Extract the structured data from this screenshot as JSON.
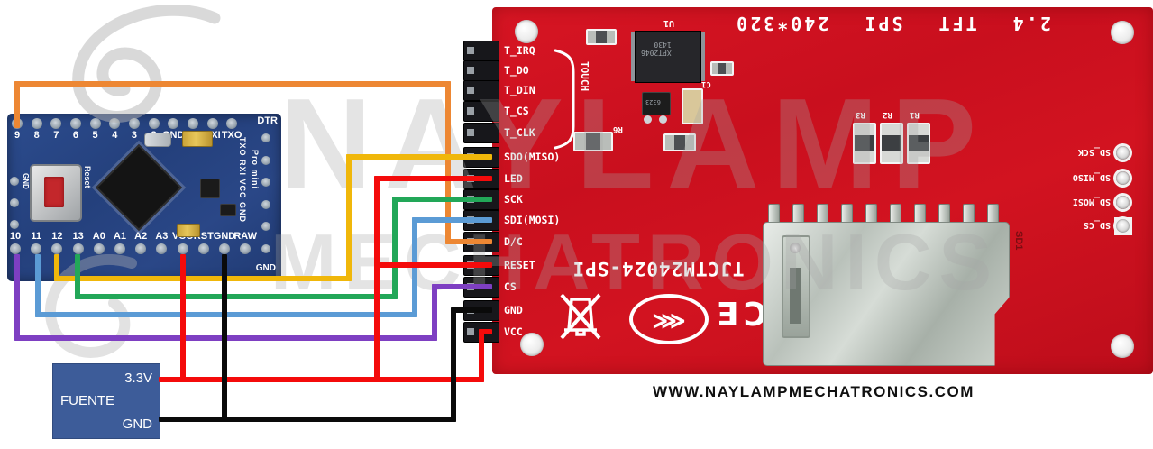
{
  "watermark": {
    "line1": "NAYLAMP",
    "line2": "MECHATRONICS"
  },
  "footer": {
    "website": "WWW.NAYLAMPMECHATRONICS.COM"
  },
  "arduino": {
    "top_pins": [
      "9",
      "8",
      "7",
      "6",
      "5",
      "4",
      "3",
      "2",
      "GND",
      "RST",
      "RXI",
      "TXO"
    ],
    "bottom_pins": [
      "10",
      "11",
      "12",
      "13",
      "A0",
      "A1",
      "A2",
      "A3",
      "VCC",
      "RST",
      "GND",
      "RAW"
    ],
    "corner_top_right": "DTR",
    "corner_bottom_right": "GND",
    "side_right_text": "TXO RXI VCC GND",
    "brand_text": "Pro mini",
    "reset_label": "Reset",
    "side_left_text": "GND"
  },
  "tft": {
    "title": "2.4 TFT SPI 240*320",
    "model": "TJCTM24024-SPI",
    "touch_group_label": "TOUCH",
    "pins": [
      "T_IRQ",
      "T_DO",
      "T_DIN",
      "T_CS",
      "T_CLK",
      "SDO(MISO)",
      "LED",
      "SCK",
      "SDI(MOSI)",
      "D/C",
      "RESET",
      "CS",
      "GND",
      "VCC"
    ],
    "sd_pins": [
      "SD_SCK",
      "SD_MISO",
      "SD_MOSI",
      "SD_CS"
    ],
    "silkscreen": {
      "u1": "U1",
      "chip_marking": "XPT2046",
      "chip_marking2": "1430",
      "transistor_marking": "6323",
      "r6": "R6",
      "c1": "C1",
      "r_group": [
        "R1",
        "R2",
        "R3"
      ],
      "sd1": "SD1",
      "ce_mark": "CE"
    }
  },
  "power_supply": {
    "voltage": "3.3V",
    "label": "FUENTE",
    "ground": "GND"
  },
  "wires": [
    {
      "name": "wire-orange-dc",
      "color": "#ED8733",
      "signal": "Arduino pin 9 to TFT D/C",
      "segments": [
        [
          16,
          90,
          6,
          52
        ],
        [
          16,
          90,
          484,
          6
        ],
        [
          494,
          90,
          6,
          181
        ],
        [
          494,
          265,
          52,
          6
        ]
      ]
    },
    {
      "name": "wire-yellow-miso",
      "color": "#F0B70A",
      "signal": "Arduino pin 12 to TFT SDO(MISO)",
      "segments": [
        [
          60,
          282,
          6,
          30
        ],
        [
          60,
          306,
          330,
          6
        ],
        [
          384,
          171,
          6,
          141
        ],
        [
          384,
          171,
          162,
          6
        ]
      ]
    },
    {
      "name": "wire-green-sck",
      "color": "#22A758",
      "signal": "Arduino pin 13 to TFT SCK",
      "segments": [
        [
          83,
          282,
          6,
          50
        ],
        [
          83,
          326,
          358,
          6
        ],
        [
          435,
          218,
          6,
          114
        ],
        [
          435,
          218,
          111,
          6
        ]
      ]
    },
    {
      "name": "wire-blue-mosi",
      "color": "#5B9BD5",
      "signal": "Arduino pin 11 to TFT SDI(MOSI)",
      "segments": [
        [
          39,
          282,
          6,
          70
        ],
        [
          39,
          346,
          424,
          6
        ],
        [
          457,
          241,
          6,
          111
        ],
        [
          457,
          241,
          89,
          6
        ]
      ]
    },
    {
      "name": "wire-purple-cs",
      "color": "#7E3FC2",
      "signal": "Arduino pin 10 to TFT CS",
      "segments": [
        [
          16,
          282,
          6,
          96
        ],
        [
          16,
          372,
          469,
          6
        ],
        [
          479,
          315,
          6,
          63
        ],
        [
          479,
          315,
          67,
          6
        ]
      ]
    },
    {
      "name": "wire-red-power",
      "color": "#F40B0B",
      "signal": "3.3V source to Arduino VCC, TFT LED, RESET, VCC",
      "segments": [
        [
          200,
          282,
          6,
          142
        ],
        [
          176,
          418,
          361,
          6
        ],
        [
          415,
          195,
          6,
          229
        ],
        [
          415,
          195,
          131,
          6
        ],
        [
          415,
          291,
          131,
          6
        ],
        [
          531,
          365,
          6,
          59
        ],
        [
          531,
          365,
          15,
          6
        ]
      ]
    },
    {
      "name": "wire-black-ground",
      "color": "#0A0A0A",
      "signal": "GND source to Arduino GND and TFT GND",
      "segments": [
        [
          246,
          282,
          6,
          186
        ],
        [
          176,
          462,
          330,
          6
        ],
        [
          500,
          341,
          6,
          127
        ],
        [
          500,
          341,
          46,
          6
        ]
      ]
    }
  ]
}
